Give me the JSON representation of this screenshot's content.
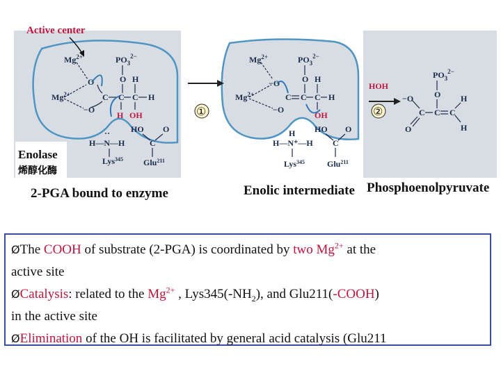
{
  "figure": {
    "active_center_label": "Active center",
    "enolase_label": "Enolase",
    "enolase_cn_label": "烯醇化酶",
    "captions": {
      "pga_bound": "2-PGA bound to enzyme",
      "enolic": "Enolic intermediate",
      "pep": "Phosphoenolpyruvate"
    },
    "step_labels": [
      "①",
      "②"
    ],
    "chem": {
      "mg": "Mg",
      "mg_charge": "2+",
      "po3": "PO",
      "po3_sub": "3",
      "po3_charge": "2−",
      "o": "O",
      "o_minus": "−O",
      "c": "C",
      "h": "H",
      "oh": "OH",
      "ho": "HO",
      "hoh": "HOH",
      "nh": "H—N—H",
      "nplus": "H—N⁺—H",
      "lys": "Lys",
      "lys_num": "345",
      "glu": "Glu",
      "glu_num": "211"
    }
  },
  "text_box": {
    "bullet_glyph": "Ø",
    "line1": {
      "a": "The ",
      "b": "COOH",
      "c": " of substrate (2-PGA) is coordinated by ",
      "d": "two Mg",
      "d_sup": "2+",
      "e": "  at the"
    },
    "line2": "active site",
    "line3": {
      "a": "Catalysis",
      "b": ": related to the ",
      "c": "Mg",
      "c_sup": "2+",
      "d": " , Lys345(-NH",
      "d_sub": "2",
      "e": "), and Glu211(",
      "f": "-COOH",
      "g": ")"
    },
    "line4": "in the active site",
    "line5": {
      "a": "Elimination",
      "b": " of the OH is facilitated by general acid catalysis (Glu211"
    }
  },
  "colors": {
    "enzyme_fill": "#d8dde3",
    "enzyme_outline": "#4f95c4",
    "highlight_red": "#c0143c",
    "box_border": "#3a4aa8",
    "curly_arrow": "#2e78b7"
  }
}
